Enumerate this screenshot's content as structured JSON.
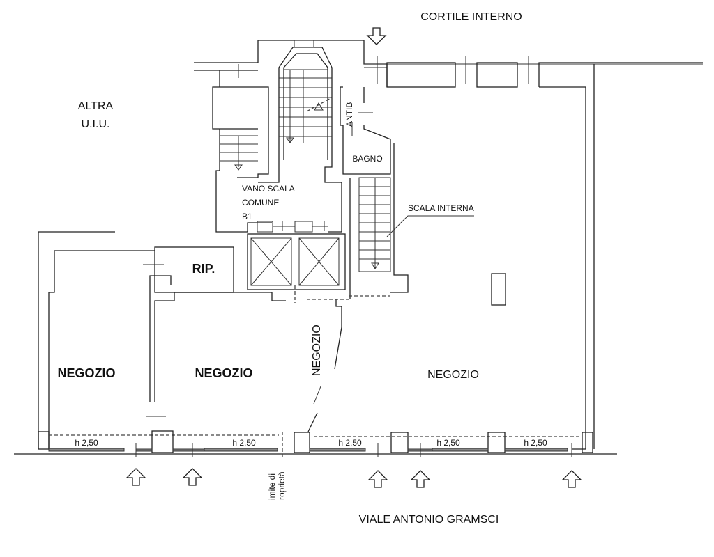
{
  "title": "Planimetria piano terra",
  "labels": {
    "courtyard": "CORTILE INTERNO",
    "other_unit_1": "ALTRA",
    "other_unit_2": "U.I.U.",
    "antechamber": "ANTIB",
    "bathroom": "BAGNO",
    "stairwell_1": "VANO SCALA",
    "stairwell_2": "COMUNE",
    "stairwell_3": "B1",
    "internal_stair": "SCALA INTERNA",
    "storage": "RIP.",
    "shop_left": "NEGOZIO",
    "shop_middle": "NEGOZIO",
    "shop_corridor": "NEGOZIO",
    "shop_right": "NEGOZIO",
    "property_limit_1": "imite di",
    "property_limit_2": "roprietà",
    "street": "VIALE ANTONIO GRAMSCI"
  },
  "heights": [
    "h 2,50",
    "h 2,50",
    "h 2,50",
    "h 2,50",
    "h 2,50"
  ],
  "entrances": {
    "street_count": 5,
    "courtyard_count": 1
  }
}
